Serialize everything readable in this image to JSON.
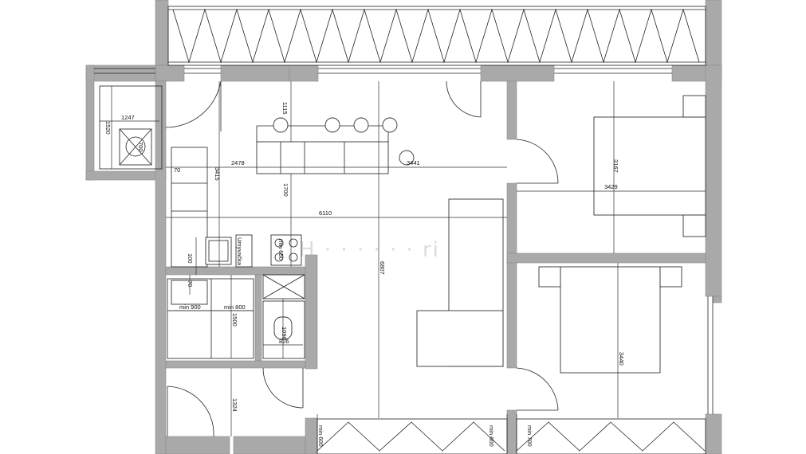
{
  "plan": {
    "dimensions": {
      "d1247": "1247",
      "d1520": "1520",
      "d1115": "1115",
      "d2478": "2478",
      "d3441": "3441",
      "d70a": "70",
      "d3415": "3415",
      "d1700": "1700",
      "d3167": "3167",
      "d3429": "3429",
      "d6110": "6110",
      "d6807": "6807",
      "d100": "100",
      "d70b": "70",
      "dmin650": "min 650",
      "dmin900": "min 900",
      "dmin800": "min 800",
      "d1500": "1500",
      "d1096": "1096",
      "d826": "826",
      "d3440": "3440",
      "d1324": "1324",
      "dmin600a": "min 600",
      "dmin600b": "min 600",
      "dmin700": "min 700"
    },
    "labels": {
      "sink_label": "Umyvačka",
      "oven_label": "700"
    }
  }
}
